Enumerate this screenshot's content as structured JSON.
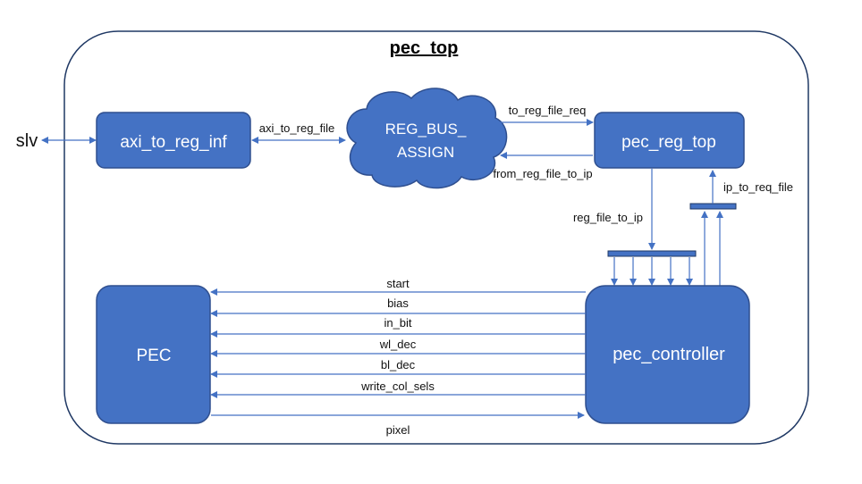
{
  "diagram": {
    "title": "pec_top",
    "external_port": "slv",
    "blocks": {
      "axi": "axi_to_reg_inf",
      "bus": [
        "REG_BUS_",
        "ASSIGN"
      ],
      "regtop": "pec_reg_top",
      "pec": "PEC",
      "controller": "pec_controller"
    },
    "connections": {
      "axi_to_reg_file": "axi_to_reg_file",
      "to_reg_file_req": "to_reg_file_req",
      "from_reg_file_to_ip": "from_reg_file_to_ip",
      "ip_to_req_file": "ip_to_req_file",
      "reg_file_to_ip": "reg_file_to_ip"
    },
    "signals": [
      "start",
      "bias",
      "in_bit",
      "wl_dec",
      "bl_dec",
      "write_col_sels",
      "pixel"
    ],
    "colors": {
      "block_fill": "#4472C4",
      "block_stroke": "#2F4F8F",
      "arrow": "#4472C4",
      "outline": "#1F3864"
    }
  }
}
